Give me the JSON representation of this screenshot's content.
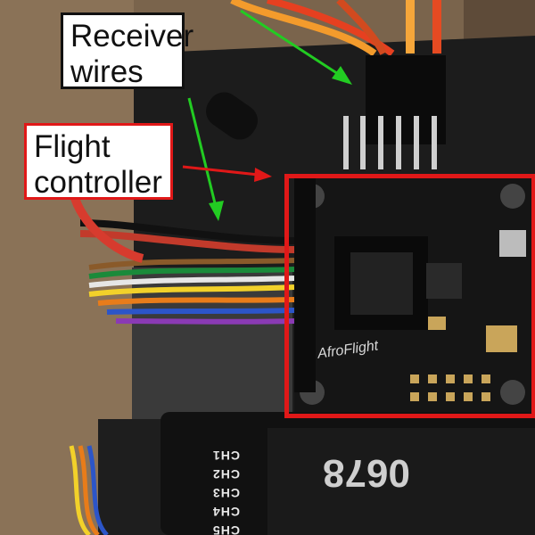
{
  "labels": {
    "receiver_line1": "Receiver",
    "receiver_line2": "wires",
    "flight_line1": "Flight",
    "flight_line2": "controller"
  },
  "board": {
    "brand": "AfroFlight"
  },
  "receiver": {
    "number": "0678",
    "channels": [
      "CH1",
      "CH2",
      "CH3",
      "CH4",
      "CH5"
    ]
  },
  "colors": {
    "receiver_box_border": "#111111",
    "flight_box_border": "#e01818",
    "arrow_green": "#22cc22",
    "arrow_red": "#e01818",
    "highlight_frame": "#e01818"
  }
}
